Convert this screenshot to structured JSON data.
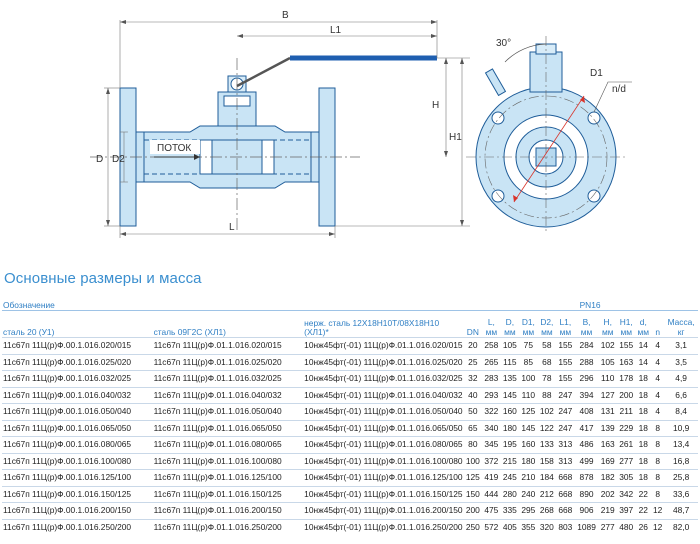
{
  "drawing": {
    "labels": {
      "B": "B",
      "L1": "L1",
      "L": "L",
      "H": "H",
      "H1": "H1",
      "D": "D",
      "D2": "D2",
      "D1": "D1",
      "nd": "n/d",
      "angle": "30°",
      "flow": "ПОТОК"
    },
    "colors": {
      "body": "#c9e4f5",
      "line": "#1f5d99",
      "handle": "#1f5fb0",
      "dim": "#333333",
      "red": "#d9342b"
    }
  },
  "section_title": "Основные размеры и масса",
  "table": {
    "header_oboz": "Обозначение",
    "header_pn": "PN16",
    "col_steel20": "сталь 20 (У1)",
    "col_steel09": "сталь 09Г2С (ХЛ1)",
    "col_nerzh": "нерж. сталь 12Х18Н10Т/08Х18Н10 (ХЛ1)*",
    "dims": [
      {
        "name": "DN",
        "unit": ""
      },
      {
        "name": "L,",
        "unit": "мм"
      },
      {
        "name": "D,",
        "unit": "мм"
      },
      {
        "name": "D1,",
        "unit": "мм"
      },
      {
        "name": "D2,",
        "unit": "мм"
      },
      {
        "name": "L1,",
        "unit": "мм"
      },
      {
        "name": "B,",
        "unit": "мм"
      },
      {
        "name": "H,",
        "unit": "мм"
      },
      {
        "name": "H1,",
        "unit": "мм"
      },
      {
        "name": "d,",
        "unit": "мм"
      },
      {
        "name": "n",
        "unit": ""
      },
      {
        "name": "Масса,",
        "unit": "кг"
      }
    ],
    "rows": [
      [
        "11с67п 11Ц(р)Ф.00.1.016.020/015",
        "11с67п 11Ц(р)Ф.01.1.016.020/015",
        "10нж45фт(-01) 11Ц(р)Ф.01.1.016.020/015",
        "20",
        "258",
        "105",
        "75",
        "58",
        "155",
        "284",
        "102",
        "155",
        "14",
        "4",
        "3,1"
      ],
      [
        "11с67п 11Ц(р)Ф.00.1.016.025/020",
        "11с67п 11Ц(р)Ф.01.1.016.025/020",
        "10нж45фт(-01) 11Ц(р)Ф.01.1.016.025/020",
        "25",
        "265",
        "115",
        "85",
        "68",
        "155",
        "288",
        "105",
        "163",
        "14",
        "4",
        "3,5"
      ],
      [
        "11с67п 11Ц(р)Ф.00.1.016.032/025",
        "11с67п 11Ц(р)Ф.01.1.016.032/025",
        "10нж45фт(-01) 11Ц(р)Ф.01.1.016.032/025",
        "32",
        "283",
        "135",
        "100",
        "78",
        "155",
        "296",
        "110",
        "178",
        "18",
        "4",
        "4,9"
      ],
      [
        "11с67п 11Ц(р)Ф.00.1.016.040/032",
        "11с67п 11Ц(р)Ф.01.1.016.040/032",
        "10нж45фт(-01) 11Ц(р)Ф.01.1.016.040/032",
        "40",
        "293",
        "145",
        "110",
        "88",
        "247",
        "394",
        "127",
        "200",
        "18",
        "4",
        "6,6"
      ],
      [
        "11с67п 11Ц(р)Ф.00.1.016.050/040",
        "11с67п 11Ц(р)Ф.01.1.016.050/040",
        "10нж45фт(-01) 11Ц(р)Ф.01.1.016.050/040",
        "50",
        "322",
        "160",
        "125",
        "102",
        "247",
        "408",
        "131",
        "211",
        "18",
        "4",
        "8,4"
      ],
      [
        "11с67п 11Ц(р)Ф.00.1.016.065/050",
        "11с67п 11Ц(р)Ф.01.1.016.065/050",
        "10нж45фт(-01) 11Ц(р)Ф.01.1.016.065/050",
        "65",
        "340",
        "180",
        "145",
        "122",
        "247",
        "417",
        "139",
        "229",
        "18",
        "8",
        "10,9"
      ],
      [
        "11с67п 11Ц(р)Ф.00.1.016.080/065",
        "11с67п 11Ц(р)Ф.01.1.016.080/065",
        "10нж45фт(-01) 11Ц(р)Ф.01.1.016.080/065",
        "80",
        "345",
        "195",
        "160",
        "133",
        "313",
        "486",
        "163",
        "261",
        "18",
        "8",
        "13,4"
      ],
      [
        "11с67п 11Ц(р)Ф.00.1.016.100/080",
        "11с67п 11Ц(р)Ф.01.1.016.100/080",
        "10нж45фт(-01) 11Ц(р)Ф.01.1.016.100/080",
        "100",
        "372",
        "215",
        "180",
        "158",
        "313",
        "499",
        "169",
        "277",
        "18",
        "8",
        "16,8"
      ],
      [
        "11с67п 11Ц(р)Ф.00.1.016.125/100",
        "11с67п 11Ц(р)Ф.01.1.016.125/100",
        "10нж45фт(-01) 11Ц(р)Ф.01.1.016.125/100",
        "125",
        "419",
        "245",
        "210",
        "184",
        "668",
        "878",
        "182",
        "305",
        "18",
        "8",
        "25,8"
      ],
      [
        "11с67п 11Ц(р)Ф.00.1.016.150/125",
        "11с67п 11Ц(р)Ф.01.1.016.150/125",
        "10нж45фт(-01) 11Ц(р)Ф.01.1.016.150/125",
        "150",
        "444",
        "280",
        "240",
        "212",
        "668",
        "890",
        "202",
        "342",
        "22",
        "8",
        "33,6"
      ],
      [
        "11с67п 11Ц(р)Ф.00.1.016.200/150",
        "11с67п 11Ц(р)Ф.01.1.016.200/150",
        "10нж45фт(-01) 11Ц(р)Ф.01.1.016.200/150",
        "200",
        "475",
        "335",
        "295",
        "268",
        "668",
        "906",
        "219",
        "397",
        "22",
        "12",
        "48,7"
      ],
      [
        "11с67п 11Ц(р)Ф.00.1.016.250/200",
        "11с67п 11Ц(р)Ф.01.1.016.250/200",
        "10нж45фт(-01) 11Ц(р)Ф.01.1.016.250/200",
        "250",
        "572",
        "405",
        "355",
        "320",
        "803",
        "1089",
        "277",
        "480",
        "26",
        "12",
        "82,0"
      ]
    ]
  }
}
